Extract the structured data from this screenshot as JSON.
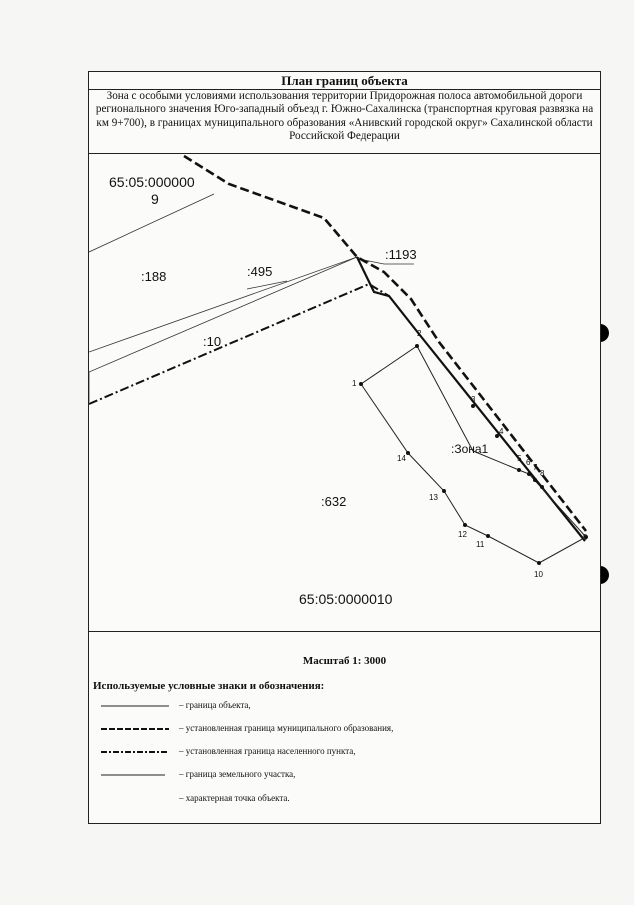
{
  "header": {
    "title": "План границ объекта",
    "subtitle": "Зона с особыми условиями использования территории Придорожная полоса автомобильной дороги регионального значения Юго-западный объезд г. Южно-Сахалинска (транспортная круговая развязка на км 9+700), в границах муниципального образования «Анивский городской округ» Сахалинской области Российской Федерации"
  },
  "map": {
    "parcel_labels": {
      "quarter_top": "65:05:000000",
      "quarter_top_suffix": "9",
      "p188": ":188",
      "p495": ":495",
      "p10": ":10",
      "p1193": ":1193",
      "p632": ":632",
      "zone": ":Зона1",
      "quarter_bottom": "65:05:0000010"
    },
    "points": [
      "1",
      "2",
      "3",
      "4",
      "5",
      "6",
      "7",
      "8",
      "9",
      "10",
      "11",
      "12",
      "13",
      "14"
    ]
  },
  "scale": "Масштаб 1: 3000",
  "legend": {
    "title": "Используемые условные знаки и обозначения:",
    "items": [
      {
        "style": "object-boundary",
        "text": "– граница объекта,"
      },
      {
        "style": "municipal-boundary",
        "text": "– установленная граница муниципального образования,"
      },
      {
        "style": "settlement-boundary",
        "text": "– установленная граница населенного пункта,"
      },
      {
        "style": "land-plot-boundary",
        "text": "– граница земельного участка,"
      },
      {
        "style": "characteristic-point",
        "text": "– характерная точка объекта."
      }
    ]
  }
}
